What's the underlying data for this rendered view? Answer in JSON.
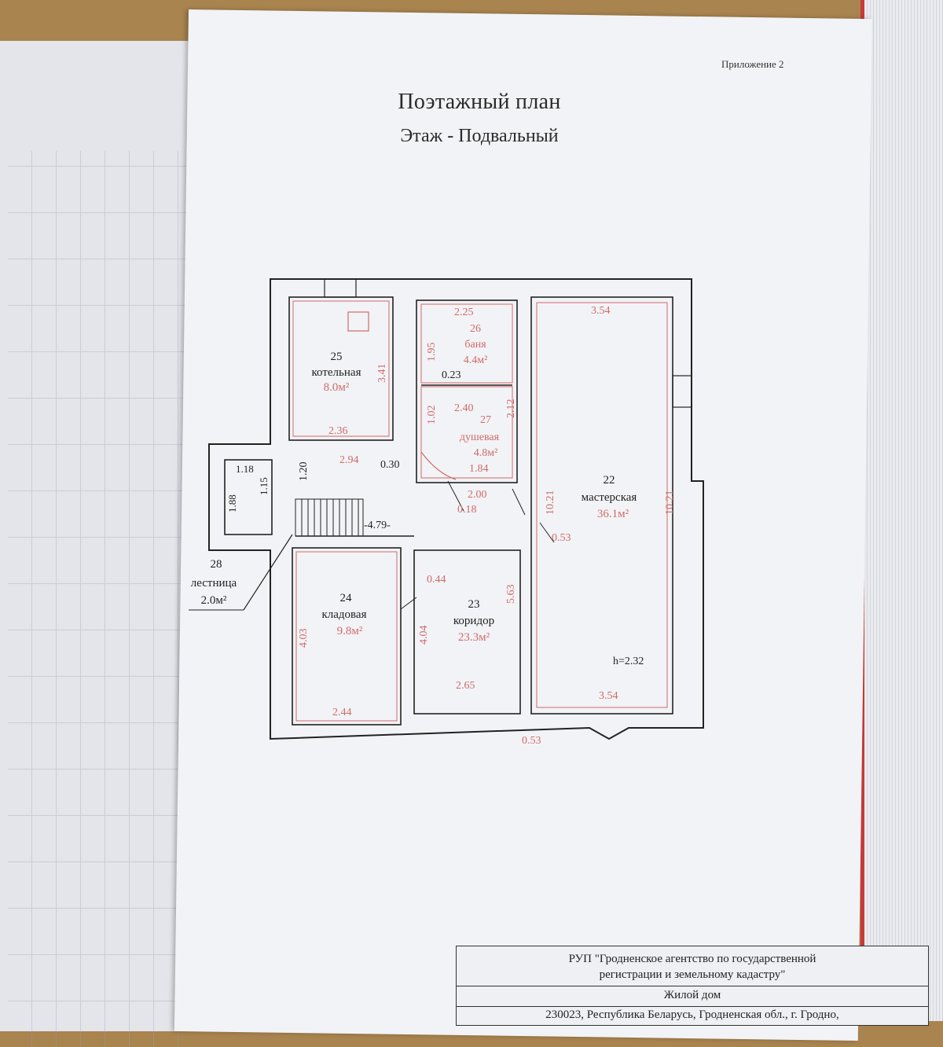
{
  "header": {
    "appendix": "Приложение 2",
    "title": "Поэтажный план",
    "floor": "Этаж - Подвальный"
  },
  "rooms": {
    "r25": {
      "num": "25",
      "name": "котельная",
      "area": "8.0м²"
    },
    "r26": {
      "num": "26",
      "name": "баня",
      "area": "4.4м²"
    },
    "r27": {
      "num": "27",
      "name": "душевая",
      "area": "4.8м²"
    },
    "r22": {
      "num": "22",
      "name": "мастерская",
      "area": "36.1м²"
    },
    "r24": {
      "num": "24",
      "name": "кладовая",
      "area": "9.8м²"
    },
    "r23": {
      "num": "23",
      "name": "коридор",
      "area": "23.3м²"
    },
    "r28": {
      "num": "28",
      "name": "лестница",
      "area": "2.0м²"
    }
  },
  "dims": {
    "d1": "2.25",
    "d2": "1.95",
    "d3": "0.23",
    "d4": "3.41",
    "d5": "2.36",
    "d6": "1.02",
    "d7": "2.40",
    "d8": "2.12",
    "d9": "1.84",
    "d10": "2.94",
    "d11": "0.30",
    "d12": "1.20",
    "d13": "1.18",
    "d14": "1.15",
    "d15": "1.88",
    "d16": "2.00",
    "d17": "0.18",
    "d18": "-4.79-",
    "d19": "3.54",
    "d20": "10.21",
    "d21": "10.21",
    "d22": "0.53",
    "d23": "0.44",
    "d24": "5.63",
    "d25": "4.03",
    "d26": "4.04",
    "d27": "2.44",
    "d28": "2.65",
    "d29": "3.54",
    "d30": "0.53"
  },
  "height": "h=2.32",
  "stamp": {
    "line1": "РУП \"Гродненское агентство по государственной",
    "line2": "регистрации  и земельному кадастру\"",
    "line3": "Жилой дом",
    "line4": "230023, Республика Беларусь, Гродненская обл., г. Гродно,"
  },
  "colors": {
    "wall": "#222222",
    "dim": "#d06a6a",
    "paper": "#f2f3f6",
    "table": "#a9844f",
    "cover": "#c83a3a"
  }
}
